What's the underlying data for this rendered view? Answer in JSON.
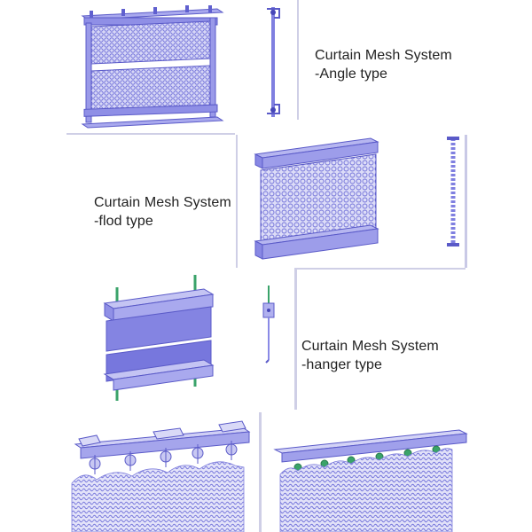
{
  "sections": [
    {
      "title": "Curtain Mesh System",
      "subtitle": "-Angle type"
    },
    {
      "title": "Curtain Mesh System",
      "subtitle": "-flod type"
    },
    {
      "title": "Curtain Mesh System",
      "subtitle": "-hanger type"
    }
  ],
  "colors": {
    "frame": "#7f7fe0",
    "frame_dark": "#5a5ac8",
    "mesh": "#8a8ae6",
    "fastener": "#3aa36a"
  },
  "icons": [
    "angle-bracket-icon",
    "hook-rail-icon",
    "hanger-rod-icon",
    "ring-carrier-icon",
    "clip-carrier-icon"
  ]
}
